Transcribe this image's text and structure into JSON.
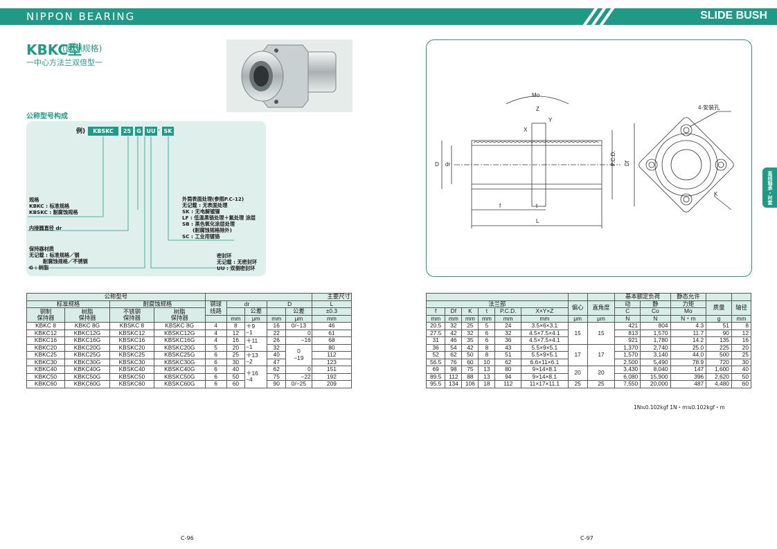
{
  "header": {
    "brand": "NIPPON BEARING",
    "series": "SLIDE BUSH"
  },
  "product": {
    "title": "KBKC型",
    "title_sub": "(欧洲规格)",
    "subtitle": "一中心方法兰双倍型一"
  },
  "construction": {
    "title": "公称型号构成",
    "example": "例)",
    "codes": [
      "KBSKC",
      "25",
      "G",
      "UU",
      "SK"
    ],
    "sep": "-",
    "notes": {
      "spec": "规格\nKBKC : 标准规格\nKBSKC : 耐腐蚀规格",
      "dr": "内接圆直径 dr",
      "cage": "保持器材质\n无记载 : 标准规格／钢\n        耐腐蚀规格／不锈钢\nG : 树脂",
      "surface": "外筒表面处理(参照P.C-12)\n无记载 : 无表面处理\nSK : 无电解镀镍\nLF : 低温黑铬处理＋氟处理 涂层\nSB : 黑色氧化涂层处理\n      (耐腐蚀规格除外)\nSC : 工业用镀铬",
      "seal": "密封环\n无记载 : 无密封环\nUU : 双侧密封环"
    }
  },
  "left_table": {
    "h1": {
      "model": "公称型号",
      "main": "主要尺寸"
    },
    "h2": {
      "std": "标准规格",
      "anti": "耐腐蚀规格",
      "balls": "钢球\n线路",
      "dr": "dr",
      "D": "D",
      "L": "L"
    },
    "h3": {
      "steel": "钢制\n保持器",
      "resin": "树脂\n保持器",
      "ss": "不锈钢\n保持器",
      "resin2": "树脂\n保持器",
      "tol": "公差",
      "L_tol": "±0.3"
    },
    "units": {
      "mm": "mm",
      "um": "μm"
    },
    "rows": [
      [
        "KBKC 8",
        "KBKC 8G",
        "KBSKC 8",
        "KBSKC 8G",
        "4",
        "8",
        "",
        "16",
        "0/−13",
        "46"
      ],
      [
        "KBKC12",
        "KBKC12G",
        "KBSKC12",
        "KBSKC12G",
        "4",
        "12",
        "",
        "22",
        "0",
        "61"
      ],
      [
        "KBKC16",
        "KBKC16G",
        "KBSKC16",
        "KBSKC16G",
        "4",
        "16",
        "",
        "26",
        "",
        "68"
      ],
      [
        "KBKC20",
        "KBKC20G",
        "KBSKC20",
        "KBSKC20G",
        "5",
        "20",
        "",
        "32",
        "",
        "80"
      ],
      [
        "KBKC25",
        "KBKC25G",
        "KBSKC25",
        "KBSKC25G",
        "6",
        "25",
        "",
        "40",
        "",
        "112"
      ],
      [
        "KBKC30",
        "KBKC30G",
        "KBSKC30",
        "KBSKC30G",
        "6",
        "30",
        "",
        "47",
        "",
        "123"
      ],
      [
        "KBKC40",
        "KBKC40G",
        "KBSKC40",
        "KBSKC40G",
        "6",
        "40",
        "",
        "62",
        "0",
        "151"
      ],
      [
        "KBKC50",
        "KBKC50G",
        "KBSKC50",
        "KBSKC50G",
        "6",
        "50",
        "",
        "75",
        "−22",
        "192"
      ],
      [
        "KBKC60",
        "KBKC60G",
        "KBSKC60",
        "KBSKC60G",
        "6",
        "60",
        "",
        "90",
        "0/−25",
        "209"
      ]
    ],
    "dr_tol": [
      "＋9\n−1",
      "＋11\n−1",
      "＋13\n−2",
      "＋16\n−4"
    ],
    "D_tol": [
      "−16",
      "0\n−19"
    ]
  },
  "right_table": {
    "h1": {
      "load": "基本额定负荷",
      "moment": "静态允许"
    },
    "h2": {
      "flange": "法兰部",
      "ecc": "偏心",
      "perp": "直角度",
      "dyn": "动",
      "stat": "静",
      "mo": "力矩",
      "mass": "质量",
      "shaft": "轴径"
    },
    "h3": [
      "f",
      "Df",
      "K",
      "t",
      "P.C.D.",
      "X×Y×Z",
      "C",
      "Co",
      "Mo"
    ],
    "units": [
      "mm",
      "mm",
      "mm",
      "mm",
      "mm",
      "mm",
      "μm",
      "μm",
      "N",
      "N",
      "N・m",
      "g",
      "mm"
    ],
    "rows": [
      [
        "20.5",
        "32",
        "25",
        "5",
        "24",
        "3.5×6×3.1",
        "421",
        "804",
        "4.3",
        "51",
        "8"
      ],
      [
        "27.5",
        "42",
        "32",
        "6",
        "32",
        "4.5×7.5×4.1",
        "813",
        "1,570",
        "11.7",
        "90",
        "12"
      ],
      [
        "31",
        "46",
        "35",
        "6",
        "36",
        "4.5×7.5×4.1",
        "921",
        "1,780",
        "14.2",
        "135",
        "16"
      ],
      [
        "36",
        "54",
        "42",
        "8",
        "43",
        "5.5×9×5.1",
        "1,370",
        "2,740",
        "25.0",
        "225",
        "20"
      ],
      [
        "52",
        "62",
        "50",
        "8",
        "51",
        "5.5×9×5.1",
        "1,570",
        "3,140",
        "44.0",
        "500",
        "25"
      ],
      [
        "56.5",
        "76",
        "60",
        "10",
        "62",
        "6.6×11×6.1",
        "2,500",
        "5,490",
        "78.9",
        "720",
        "30"
      ],
      [
        "69",
        "98",
        "75",
        "13",
        "80",
        "9×14×8.1",
        "3,430",
        "8,040",
        "147",
        "1,600",
        "40"
      ],
      [
        "89.5",
        "112",
        "88",
        "13",
        "94",
        "9×14×8.1",
        "6,080",
        "15,900",
        "396",
        "2,620",
        "50"
      ],
      [
        "95.5",
        "134",
        "106",
        "18",
        "112",
        "11×17×11.1",
        "7,550",
        "20,000",
        "487",
        "4,480",
        "60"
      ]
    ],
    "ecc_vals": [
      "15",
      "17",
      "20",
      "25"
    ],
    "perp_vals": [
      "15",
      "17",
      "20",
      "25"
    ],
    "unit_note": "1N≒0.102kgf   1N・m≒0.102kgf・m"
  },
  "diagram": {
    "labels": {
      "mo": "Mo",
      "holes": "4-安装孔",
      "D": "D",
      "dr": "dr",
      "pcd": "P.C.D.",
      "Df": "Df",
      "f": "f",
      "t": "t",
      "L": "L",
      "K": "K",
      "X": "X",
      "Y": "Y",
      "Z": "Z"
    }
  },
  "sidetab": "直线轴承・衬套",
  "pages": {
    "left": "C-96",
    "right": "C-97"
  },
  "colors": {
    "accent": "#1f9a86",
    "panel": "#dff0ec",
    "header_cell": "#d8ece8"
  }
}
